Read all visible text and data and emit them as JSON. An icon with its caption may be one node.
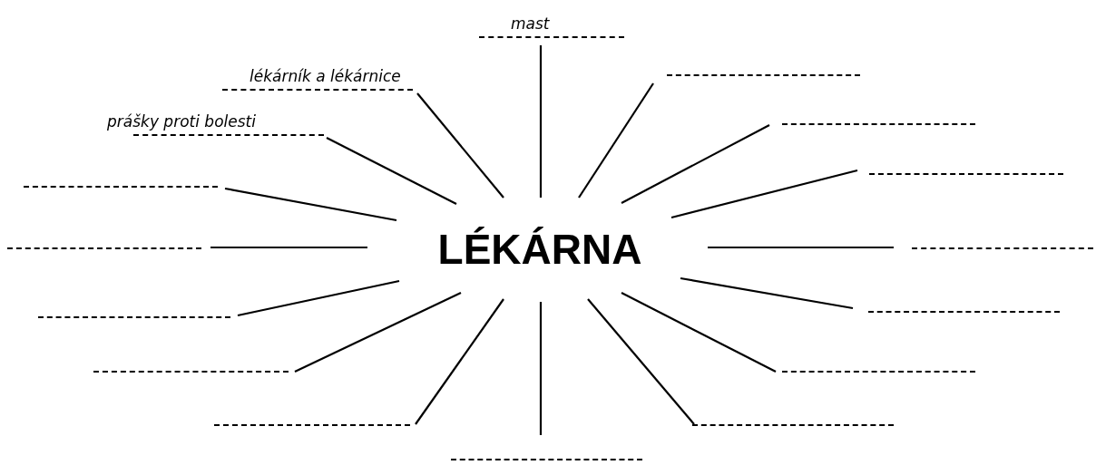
{
  "diagram": {
    "nodes": [
      {
        "text": [
          "LÉKÁRNA"
        ]
      },
      {
        "text": [
          "mast"
        ]
      },
      {
        "text": [
          "lékárník a lékárnice"
        ]
      },
      {
        "text": [
          "prášky proti bolesti"
        ]
      },
      {
        "text": [],
        "shape": "line"
      },
      {
        "text": [],
        "shape": "line"
      },
      {
        "text": [],
        "shape": "line"
      },
      {
        "text": [],
        "shape": "line"
      },
      {
        "text": [],
        "shape": "line"
      },
      {
        "text": [],
        "shape": "line"
      },
      {
        "text": [],
        "shape": "line"
      },
      {
        "text": [],
        "shape": "line"
      },
      {
        "text": [],
        "shape": "line"
      },
      {
        "text": [],
        "shape": "line"
      },
      {
        "text": [],
        "shape": "line"
      },
      {
        "text": [],
        "shape": "line"
      },
      {
        "text": [],
        "shape": "line"
      }
    ],
    "edges": [
      {
        "from": 0,
        "to": 1,
        "arrow": "none"
      },
      {
        "from": 0,
        "to": 2,
        "arrow": "none"
      },
      {
        "from": 0,
        "to": 3,
        "arrow": "none"
      },
      {
        "from": 0,
        "to": 4,
        "arrow": "none"
      },
      {
        "from": 0,
        "to": 5,
        "arrow": "none"
      },
      {
        "from": 0,
        "to": 6,
        "arrow": "none"
      },
      {
        "from": 0,
        "to": 7,
        "arrow": "none"
      },
      {
        "from": 0,
        "to": 8,
        "arrow": "none"
      },
      {
        "from": 0,
        "to": 9,
        "arrow": "none"
      },
      {
        "from": 0,
        "to": 10,
        "arrow": "none"
      },
      {
        "from": 0,
        "to": 11,
        "arrow": "none"
      },
      {
        "from": 0,
        "to": 12,
        "arrow": "none"
      },
      {
        "from": 0,
        "to": 13,
        "arrow": "none"
      },
      {
        "from": 0,
        "to": 14,
        "arrow": "none"
      },
      {
        "from": 0,
        "to": 15,
        "arrow": "none"
      },
      {
        "from": 0,
        "to": 16,
        "arrow": "none"
      }
    ]
  }
}
